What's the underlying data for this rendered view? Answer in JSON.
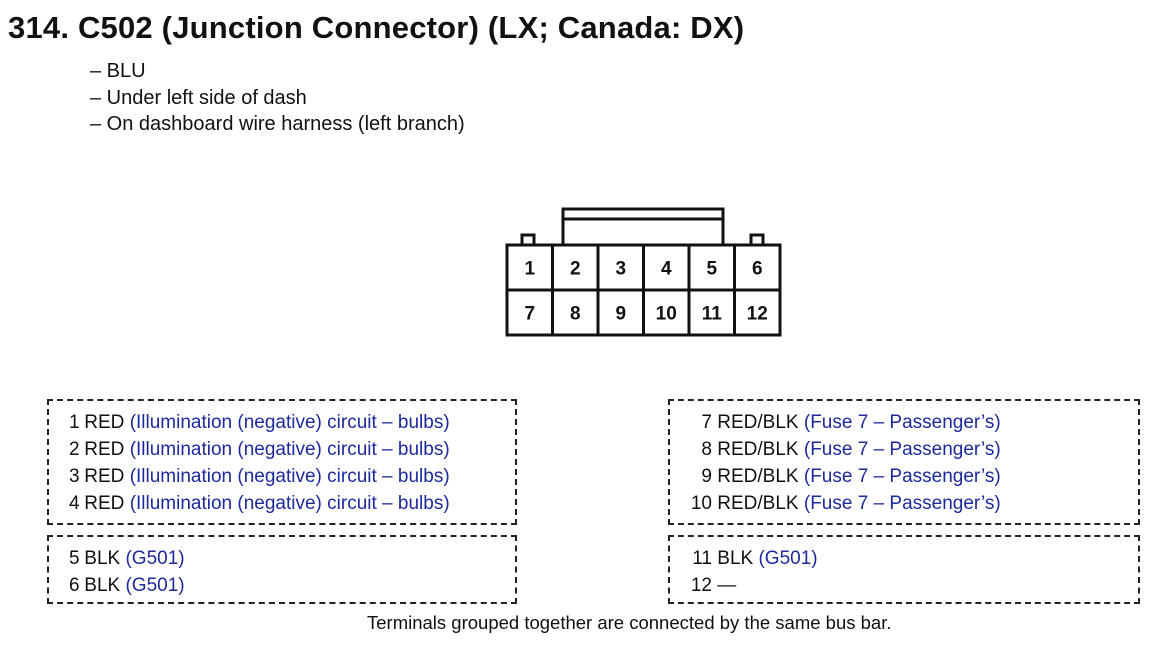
{
  "title": "314. C502 (Junction Connector) (LX; Canada: DX)",
  "notes": [
    "– BLU",
    "– Under left side of dash",
    "– On dashboard wire harness (left branch)"
  ],
  "connector": {
    "top_row": [
      "1",
      "2",
      "3",
      "4",
      "5",
      "6"
    ],
    "bottom_row": [
      "7",
      "8",
      "9",
      "10",
      "11",
      "12"
    ]
  },
  "groups": [
    {
      "id": "left-top",
      "rows": [
        {
          "pin": "1",
          "wire": "RED",
          "desc": "(Illumination (negative) circuit – bulbs)"
        },
        {
          "pin": "2",
          "wire": "RED",
          "desc": "(Illumination (negative) circuit – bulbs)"
        },
        {
          "pin": "3",
          "wire": "RED",
          "desc": "(Illumination (negative) circuit – bulbs)"
        },
        {
          "pin": "4",
          "wire": "RED",
          "desc": "(Illumination (negative) circuit – bulbs)"
        }
      ]
    },
    {
      "id": "left-bottom",
      "rows": [
        {
          "pin": "5",
          "wire": "BLK",
          "desc": "(G501)"
        },
        {
          "pin": "6",
          "wire": "BLK",
          "desc": "(G501)"
        }
      ]
    },
    {
      "id": "right-top",
      "rows": [
        {
          "pin": "7",
          "wire": "RED/BLK",
          "desc": "(Fuse 7 – Passenger’s)"
        },
        {
          "pin": "8",
          "wire": "RED/BLK",
          "desc": "(Fuse 7 – Passenger’s)"
        },
        {
          "pin": "9",
          "wire": "RED/BLK",
          "desc": "(Fuse 7 – Passenger’s)"
        },
        {
          "pin": "10",
          "wire": "RED/BLK",
          "desc": "(Fuse 7 – Passenger’s)"
        }
      ]
    },
    {
      "id": "right-bottom",
      "rows": [
        {
          "pin": "11",
          "wire": "BLK",
          "desc": "(G501)"
        },
        {
          "pin": "12",
          "wire": "—",
          "desc": ""
        }
      ]
    }
  ],
  "footer": "Terminals grouped together are connected by the same bus bar.",
  "colors": {
    "text": "#111111",
    "description": "#1c2a9c",
    "lines": "#222222"
  }
}
